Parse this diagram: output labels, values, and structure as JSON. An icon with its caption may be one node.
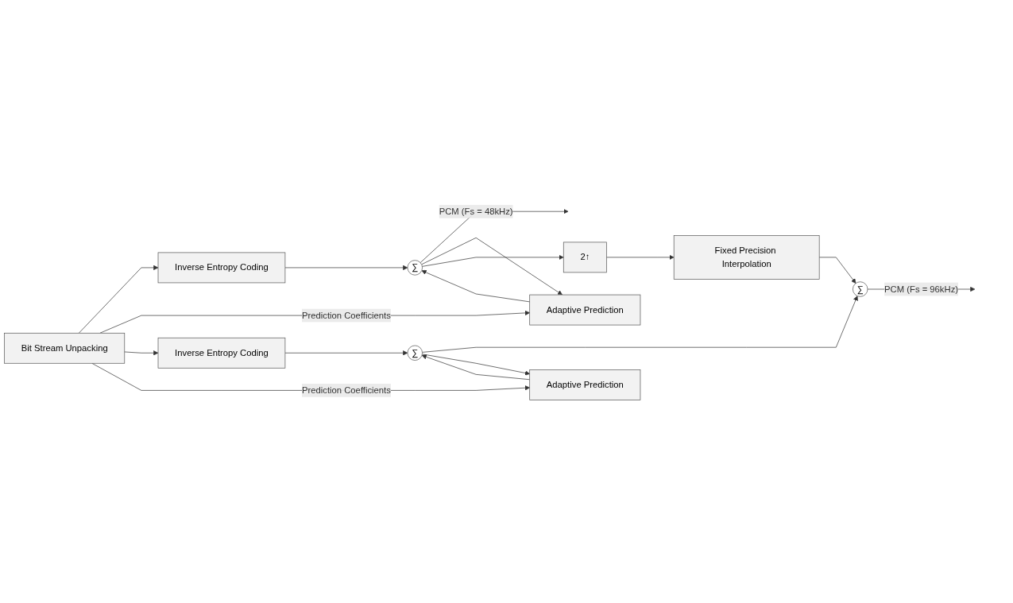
{
  "diagram": {
    "nodes": [
      {
        "text": [
          "Bit Stream Unpacking"
        ]
      },
      {
        "text": [
          "Inverse Entropy Coding"
        ]
      },
      {
        "text": [
          "∑"
        ]
      },
      {
        "text": [
          "Adaptive Prediction"
        ]
      },
      {
        "text": [
          "2↑"
        ]
      },
      {
        "text": [
          "Fixed Precision Interpolation"
        ]
      },
      {
        "text": [
          "Inverse Entropy Coding"
        ]
      },
      {
        "text": [
          "∑"
        ]
      },
      {
        "text": [
          "Adaptive Prediction"
        ]
      },
      {
        "text": [
          "∑"
        ]
      }
    ],
    "edges": [
      {
        "from": 0,
        "to": 1,
        "arrow": "to"
      },
      {
        "from": 1,
        "to": 2,
        "arrow": "to"
      },
      {
        "from": 2,
        "to": null,
        "arrow": "to",
        "label": "PCM (Fs = 48kHz)"
      },
      {
        "from": 2,
        "to": 3,
        "arrow": "to"
      },
      {
        "from": 3,
        "to": 2,
        "arrow": "to"
      },
      {
        "from": 0,
        "to": 3,
        "arrow": "to",
        "label": "Prediction Coefficients"
      },
      {
        "from": 2,
        "to": 4,
        "arrow": "to"
      },
      {
        "from": 4,
        "to": 5,
        "arrow": "to"
      },
      {
        "from": 5,
        "to": 9,
        "arrow": "to"
      },
      {
        "from": 0,
        "to": 6,
        "arrow": "to"
      },
      {
        "from": 6,
        "to": 7,
        "arrow": "to"
      },
      {
        "from": 7,
        "to": 9,
        "arrow": "to"
      },
      {
        "from": 7,
        "to": 8,
        "arrow": "to"
      },
      {
        "from": 8,
        "to": 7,
        "arrow": "to"
      },
      {
        "from": 0,
        "to": 8,
        "arrow": "to",
        "label": "Prediction Coefficients"
      },
      {
        "from": 9,
        "to": null,
        "arrow": "to",
        "label": "PCM (Fs = 96kHz)"
      }
    ]
  }
}
